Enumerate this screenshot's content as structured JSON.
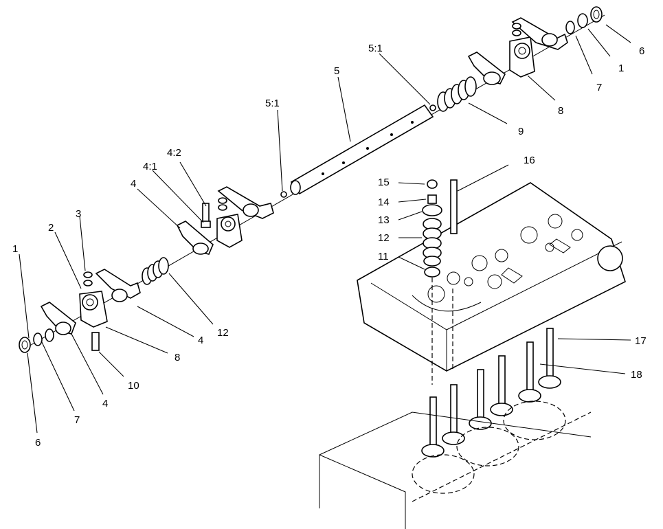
{
  "diagram": {
    "callouts": [
      {
        "id": "1-left",
        "text": "1"
      },
      {
        "id": "2",
        "text": "2"
      },
      {
        "id": "3",
        "text": "3"
      },
      {
        "id": "4-upper",
        "text": "4"
      },
      {
        "id": "4-1",
        "text": "4:1"
      },
      {
        "id": "4-2",
        "text": "4:2"
      },
      {
        "id": "5-1-left",
        "text": "5:1"
      },
      {
        "id": "5",
        "text": "5"
      },
      {
        "id": "5-1-right",
        "text": "5:1"
      },
      {
        "id": "6-right",
        "text": "6"
      },
      {
        "id": "1-right",
        "text": "1"
      },
      {
        "id": "7-right",
        "text": "7"
      },
      {
        "id": "8-right",
        "text": "8"
      },
      {
        "id": "9",
        "text": "9"
      },
      {
        "id": "16",
        "text": "16"
      },
      {
        "id": "15",
        "text": "15"
      },
      {
        "id": "14",
        "text": "14"
      },
      {
        "id": "13",
        "text": "13"
      },
      {
        "id": "12-valve",
        "text": "12"
      },
      {
        "id": "11",
        "text": "11"
      },
      {
        "id": "4-mid",
        "text": "4"
      },
      {
        "id": "12-spring",
        "text": "12"
      },
      {
        "id": "8-left",
        "text": "8"
      },
      {
        "id": "10",
        "text": "10"
      },
      {
        "id": "4-lower",
        "text": "4"
      },
      {
        "id": "7-left",
        "text": "7"
      },
      {
        "id": "6-left",
        "text": "6"
      },
      {
        "id": "17",
        "text": "17"
      },
      {
        "id": "18",
        "text": "18"
      }
    ]
  }
}
